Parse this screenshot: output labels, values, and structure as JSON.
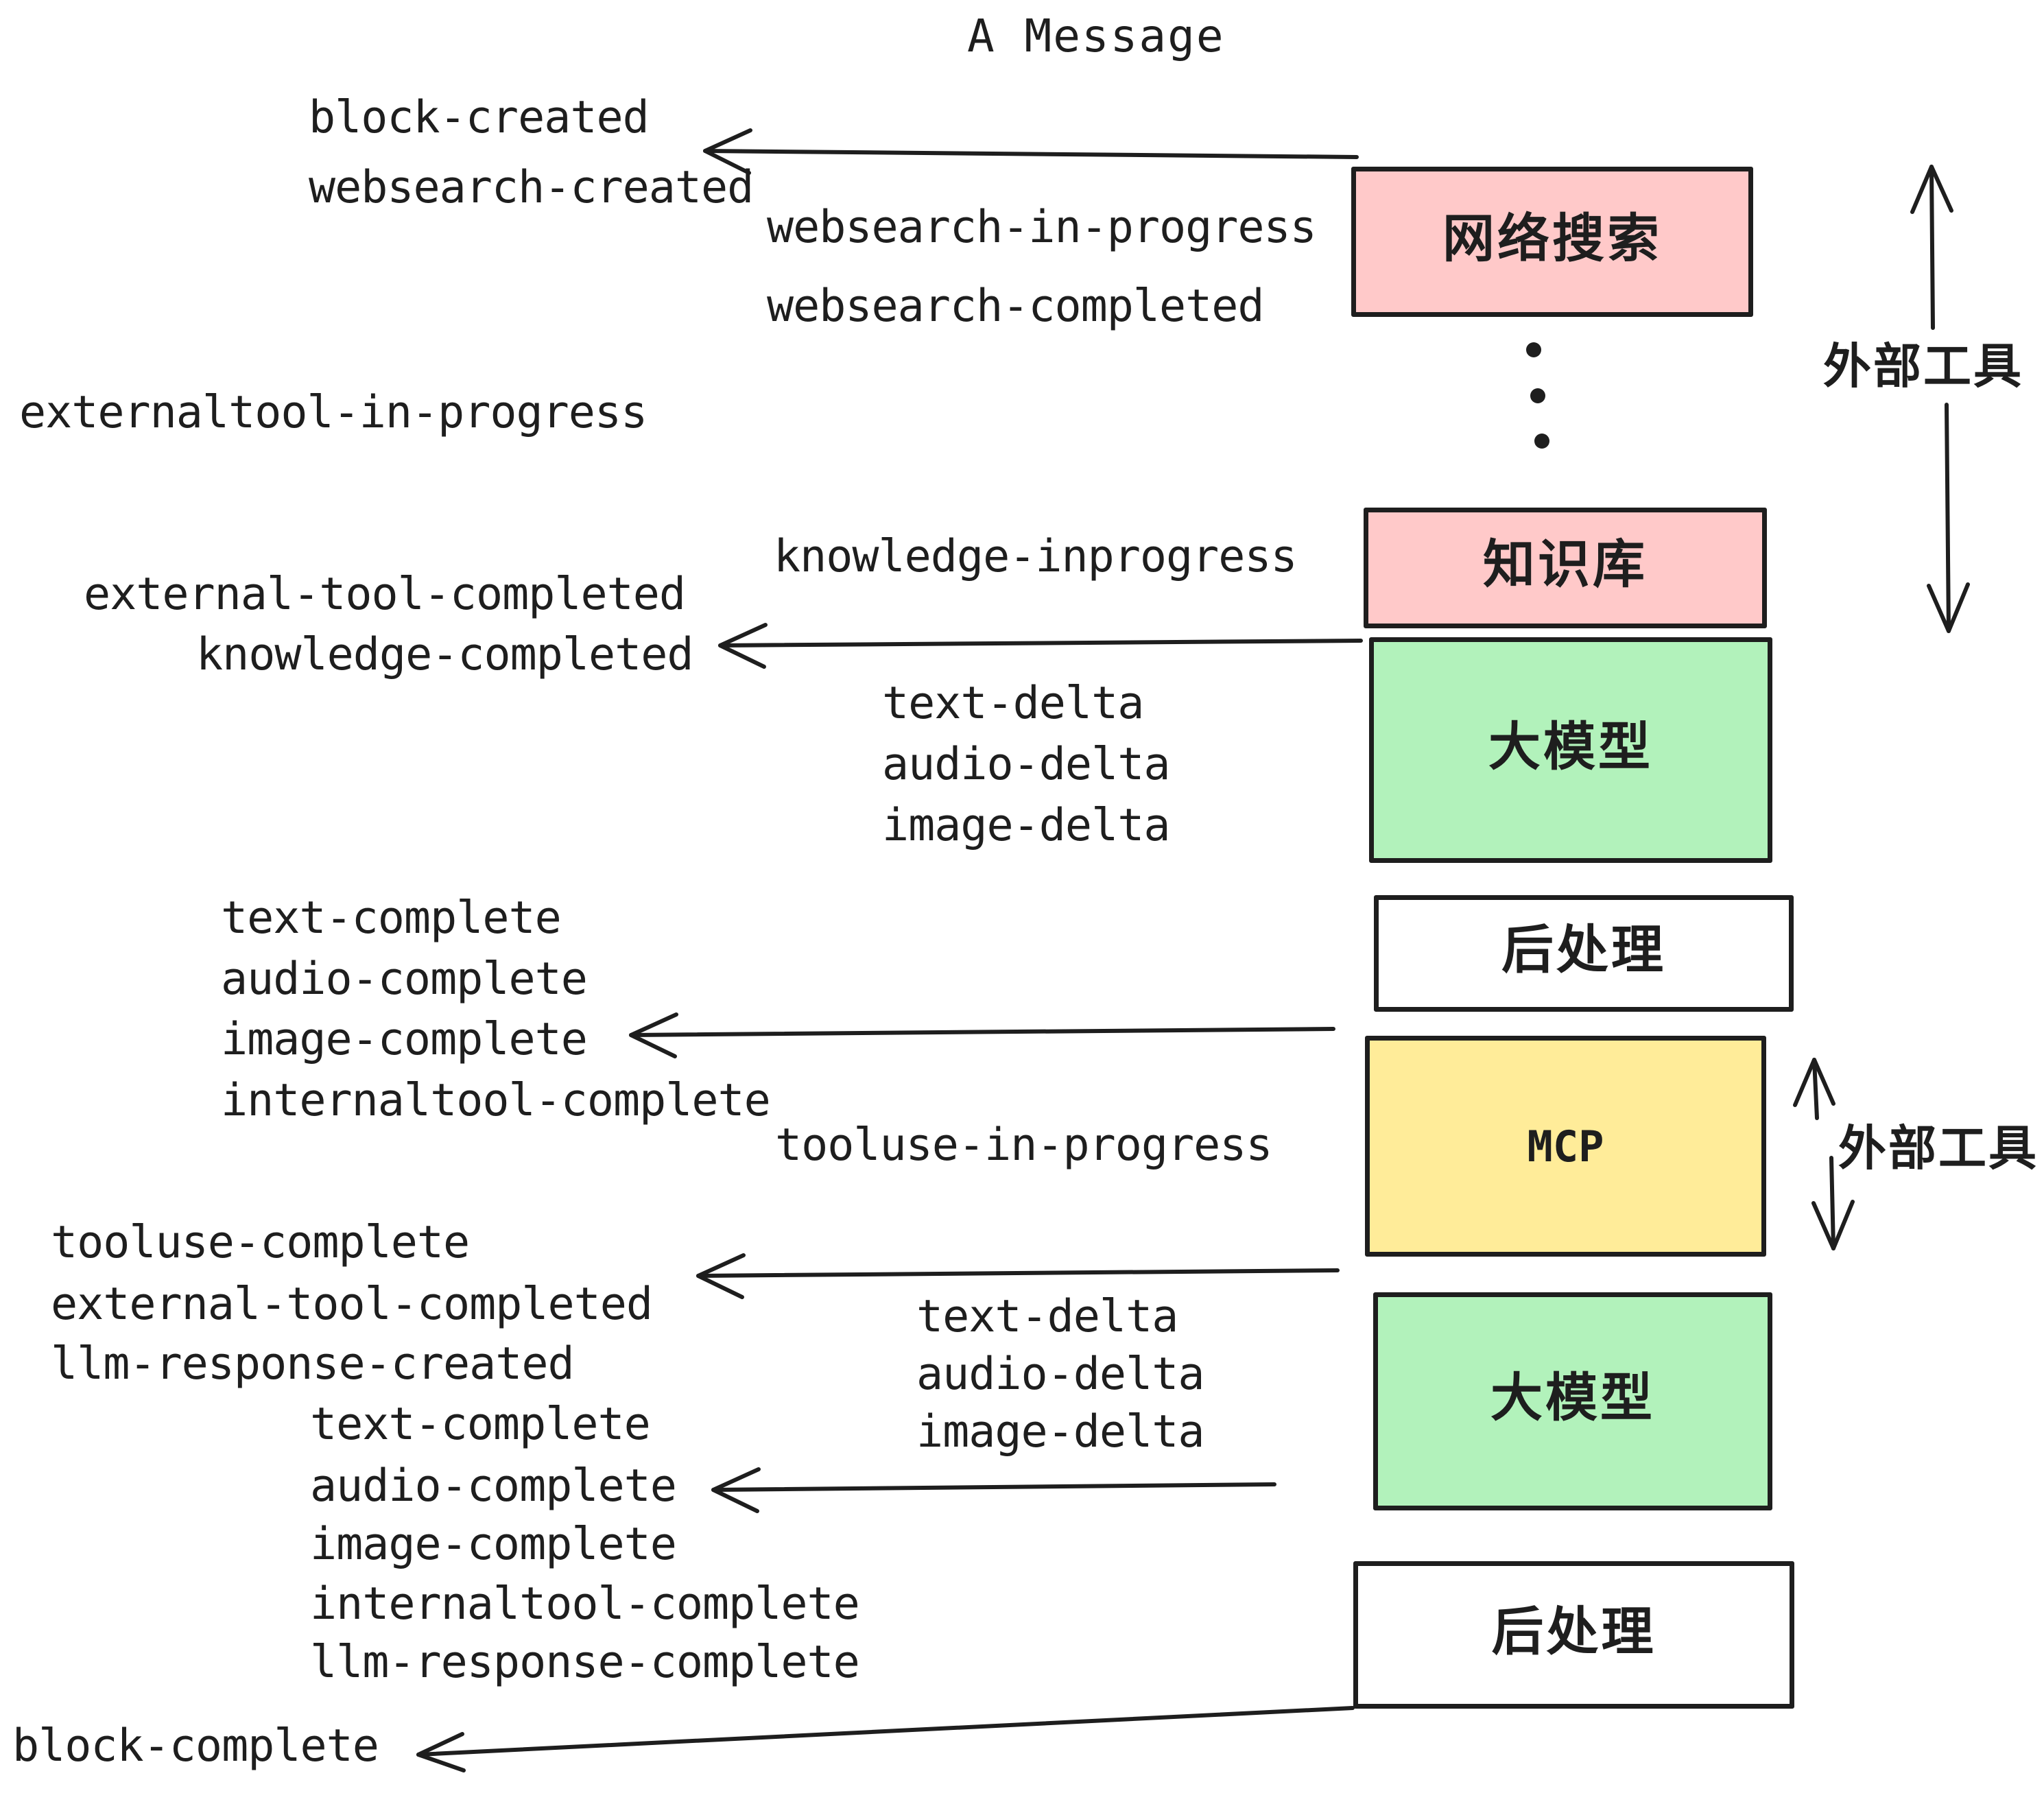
{
  "title": "A Message",
  "colors": {
    "ink": "#1e1e1e",
    "box-pink": "#ffc9c9",
    "box-green": "#b2f2bb",
    "box-yellow": "#ffec99",
    "box-white": "#ffffff"
  },
  "boxes": [
    {
      "label": "网络搜索",
      "color": "pink"
    },
    {
      "label": "知识库",
      "color": "pink"
    },
    {
      "label": "大模型",
      "color": "green"
    },
    {
      "label": "后处理",
      "color": "white"
    },
    {
      "label": "MCP",
      "color": "yellow"
    },
    {
      "label": "大模型",
      "color": "green"
    },
    {
      "label": "后处理",
      "color": "white"
    }
  ],
  "side_labels": {
    "external_tools_top": "外部工具",
    "external_tools_mcp": "外部工具"
  },
  "events": {
    "block_created": "block-created",
    "websearch_created": "websearch-created",
    "websearch_in_progress": "websearch-in-progress",
    "websearch_completed": "websearch-completed",
    "externaltool_in_progress": "externaltool-in-progress",
    "knowledge_inprogress": "knowledge-inprogress",
    "external_tool_completed_1": "external-tool-completed",
    "knowledge_completed": "knowledge-completed",
    "text_delta_1": "text-delta",
    "audio_delta_1": "audio-delta",
    "image_delta_1": "image-delta",
    "text_complete_1": "text-complete",
    "audio_complete_1": "audio-complete",
    "image_complete_1": "image-complete",
    "internaltool_complete_1": "internaltool-complete",
    "tooluse_in_progress": "tooluse-in-progress",
    "tooluse_complete": "tooluse-complete",
    "external_tool_completed_2": "external-tool-completed",
    "llm_response_created": "llm-response-created",
    "text_complete_2": "text-complete",
    "audio_complete_2": "audio-complete",
    "text_delta_2": "text-delta",
    "audio_delta_2": "audio-delta",
    "image_delta_2": "image-delta",
    "image_complete_2": "image-complete",
    "internaltool_complete_2": "internaltool-complete",
    "llm_response_complete": "llm-response-complete",
    "block_complete": "block-complete"
  }
}
